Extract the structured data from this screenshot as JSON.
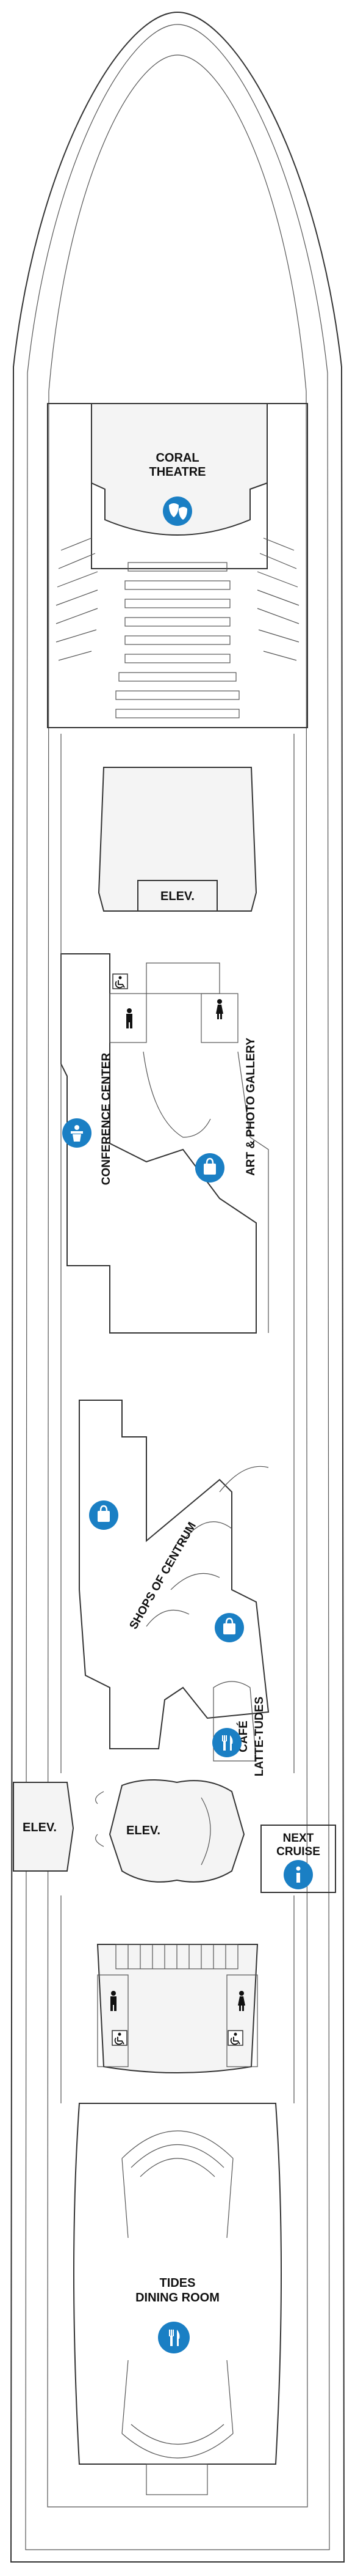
{
  "deck": {
    "venues": {
      "coral_theatre": [
        "CORAL",
        "THEATRE"
      ],
      "elev_aft": "ELEV.",
      "conference_center": "CONFERENCE CENTER",
      "art_photo_gallery": "ART & PHOTO GALLERY",
      "shops_of_centrum": "SHOPS OF CENTRUM",
      "cafe_latte_tudes": [
        "CAFÉ",
        "LATTE-TUDES"
      ],
      "elev_side": "ELEV.",
      "elev_center": "ELEV.",
      "next_cruise": [
        "NEXT",
        "CRUISE"
      ],
      "tides_dining_room": [
        "TIDES",
        "DINING ROOM"
      ]
    },
    "icons": {
      "theatre": "theatre-masks-icon",
      "conference": "conference-podium-icon",
      "shopping": "shopping-bag-icon",
      "dining": "fork-knife-icon",
      "info": "info-icon",
      "restroom_male": "restroom-male-icon",
      "restroom_female": "restroom-female-icon",
      "accessible": "wheelchair-icon"
    },
    "colors": {
      "icon_blue": "#1a7fc4",
      "outline": "#333333",
      "background": "#ffffff"
    }
  }
}
